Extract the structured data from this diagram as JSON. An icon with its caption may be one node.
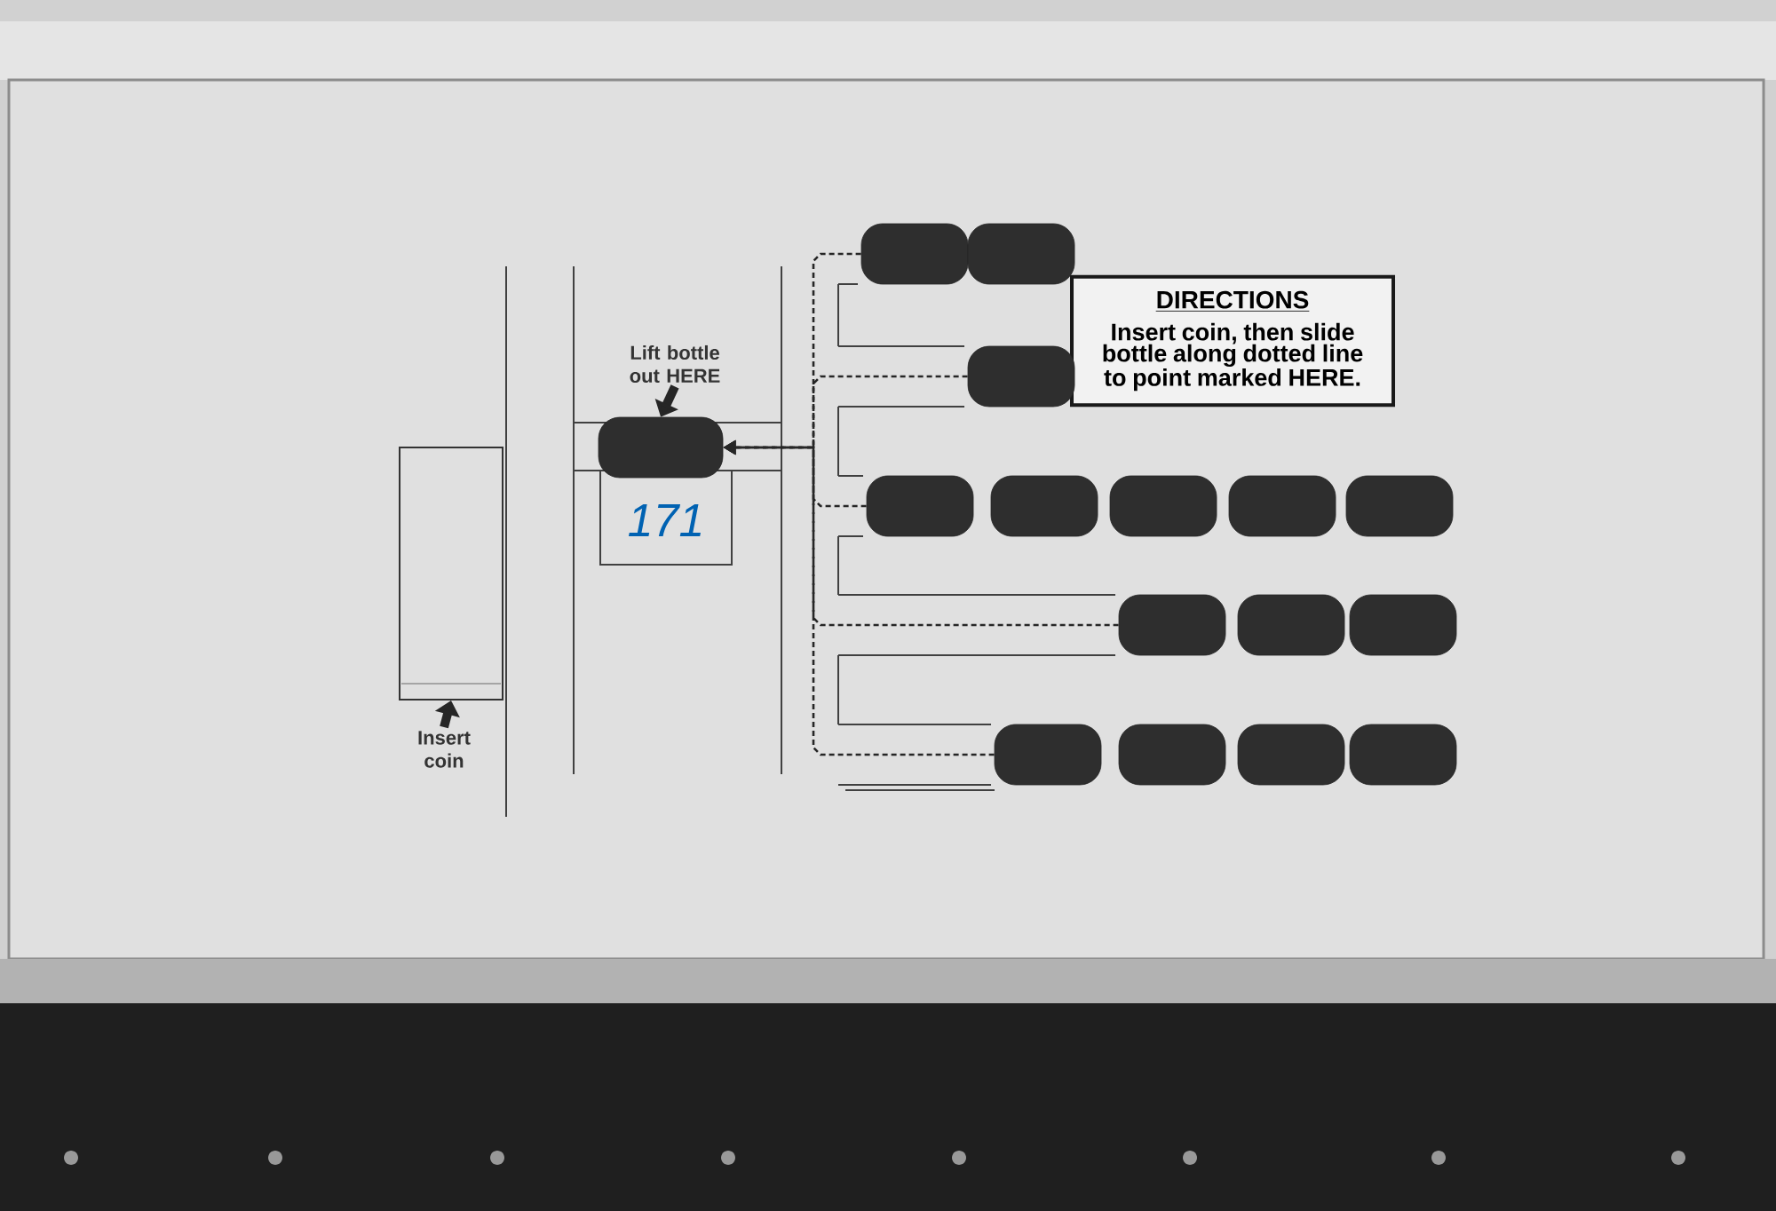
{
  "diagram": {
    "nodes": [
      {
        "text": [
          "DIRECTIONS",
          "Insert coin, then slide bottle along dotted line to point marked HERE."
        ]
      },
      {
        "text": [
          "Lift bottle out HERE"
        ]
      },
      {
        "text": [],
        "shape": "bar"
      },
      {
        "text": [
          "Insert coin"
        ]
      },
      {
        "text": [],
        "shape": "box"
      },
      {
        "text": [],
        "shape": "bar"
      },
      {
        "text": [],
        "shape": "bar"
      },
      {
        "text": [],
        "shape": "bar"
      },
      {
        "text": [],
        "shape": "bar"
      },
      {
        "text": [],
        "shape": "bar"
      },
      {
        "text": [],
        "shape": "bar"
      },
      {
        "text": [],
        "shape": "bar"
      },
      {
        "text": [],
        "shape": "bar"
      },
      {
        "text": [],
        "shape": "bar"
      },
      {
        "text": [],
        "shape": "bar"
      },
      {
        "text": [],
        "shape": "bar"
      },
      {
        "text": [],
        "shape": "bar"
      },
      {
        "text": [],
        "shape": "bar"
      },
      {
        "text": [],
        "shape": "bar"
      },
      {
        "text": [],
        "shape": "bar"
      }
    ],
    "edges": [
      {
        "from": 1,
        "to": 2,
        "arrow": "to",
        "style": "thick"
      },
      {
        "from": 3,
        "to": 4,
        "arrow": "to",
        "style": "thick"
      },
      {
        "from": 5,
        "to": 2,
        "arrow": "to",
        "style": "dashed"
      },
      {
        "from": 7,
        "to": 2,
        "arrow": "to",
        "style": "dashed"
      },
      {
        "from": 8,
        "to": 2,
        "arrow": "to",
        "style": "dashed"
      },
      {
        "from": 13,
        "to": 2,
        "arrow": "to",
        "style": "dashed"
      },
      {
        "from": 16,
        "to": 2,
        "arrow": "to",
        "style": "dashed"
      }
    ],
    "labels": [
      "171"
    ]
  }
}
